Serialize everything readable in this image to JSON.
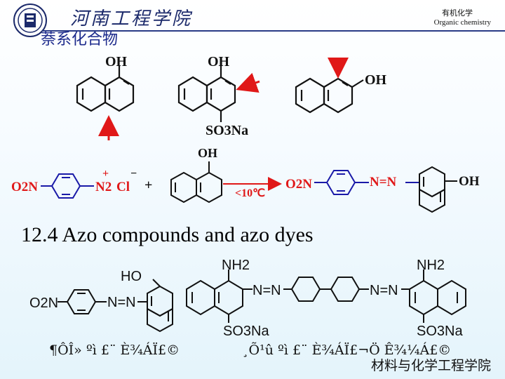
{
  "header": {
    "school_name": "河南工程学院",
    "course_cn": "有机化学",
    "course_en": "Organic chemistry"
  },
  "topic_title": "萘系化合物",
  "top_structures": {
    "oh": "OH",
    "so3na": "SO3Na"
  },
  "reaction": {
    "o2n": "O2N",
    "n2": "N2",
    "cl": "Cl",
    "plus_sign": "+",
    "plus_charge": "+",
    "minus_charge": "−",
    "condition": "<10℃",
    "product_azo": "N=N",
    "oh": "OH",
    "colors": {
      "arrow": "#e01818",
      "condition": "#e01818",
      "structures": "#1a1aa8"
    }
  },
  "section_title": "12.4 Azo compounds and azo dyes",
  "dyes": {
    "ho": "HO",
    "o2n": "O2N",
    "n_eq_n": "N=N",
    "nh2": "NH2",
    "so3na": "SO3Na"
  },
  "captions": {
    "left": "¶ÔÎ» ºì £¨ È¾ÁÏ£©",
    "right": "¸Õ¹û ºì £¨ È¾ÁÏ£¬Ö Ê¾¼Á£©"
  },
  "footer": "材料与化学工程学院"
}
